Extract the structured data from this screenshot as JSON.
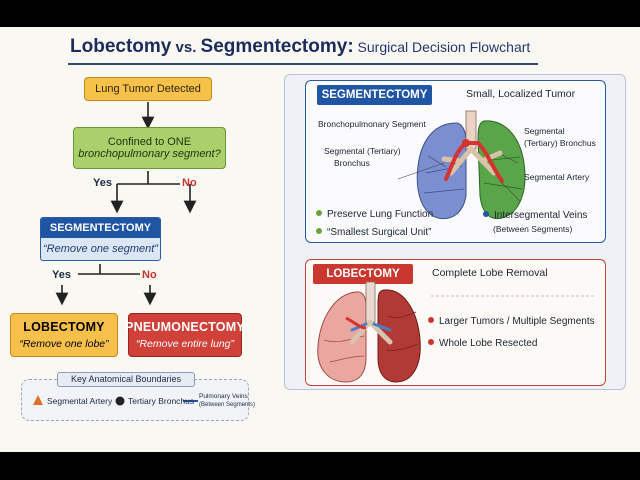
{
  "title": {
    "part1": "Lobectomy",
    "vs": " vs. ",
    "part2": "Segmentectomy:",
    "subtitle": " Surgical Decision Flowchart"
  },
  "flow": {
    "start": "Lung Tumor Detected",
    "question_line1": "Confined to ONE",
    "question_line2": "bronchopulmonary segment?",
    "yes1": "Yes",
    "no1": "No",
    "seg_title": "SEGMENTECTOMY",
    "seg_sub": "“Remove one segment”",
    "yes2": "Yes",
    "no2": "No",
    "lob_title": "LOBECTOMY",
    "lob_sub": "“Remove one lobe”",
    "pneu_title": "PNEUMONECTOMY",
    "pneu_sub": "“Remove entire lung”"
  },
  "legend": {
    "title": "Key Anatomical Boundaries",
    "artery": "Segmental Artery",
    "bronchus": "Tertiary Bronchus",
    "veins_line1": "Pulmonary Veins",
    "veins_line2": "(Between Segments)"
  },
  "seg_panel": {
    "title": "SEGMENTECTOMY",
    "subtitle": "Small, Localized Tumor",
    "label_bp_segment": "Bronchopulmonary Segment",
    "label_tert_left_1": "Segmental (Tertiary)",
    "label_tert_left_2": "Bronchus",
    "label_tert_right_1": "Segmental",
    "label_tert_right_2": "(Tertiary) Bronchus",
    "label_artery": "Segmental Artery",
    "bullet1": "Preserve Lung Function",
    "bullet2": "“Smallest Surgical Unit”",
    "bullet3_line1": "Intersegmental Veins",
    "bullet3_line2": "(Between Segments)"
  },
  "lob_panel": {
    "title": "LOBECTOMY",
    "subtitle": "Complete Lobe Removal",
    "bullet1_a": "Larger Tumors",
    "bullet1_b": " / Multiple Segments",
    "bullet2": "Whole Lobe Resected"
  },
  "colors": {
    "navy": "#1b2c5a",
    "seg_blue": "#1f55a3",
    "lob_red": "#c9372f",
    "orange": "#f7c24a",
    "green": "#a9d06a",
    "yes_navy": "#1d2b47",
    "no_red": "#c8332b"
  },
  "icons": [
    "triangle-artery-icon",
    "circle-bronchus-icon",
    "line-veins-icon",
    "arrow-down-icon",
    "lung-segment-illustration",
    "lung-lobe-illustration"
  ]
}
